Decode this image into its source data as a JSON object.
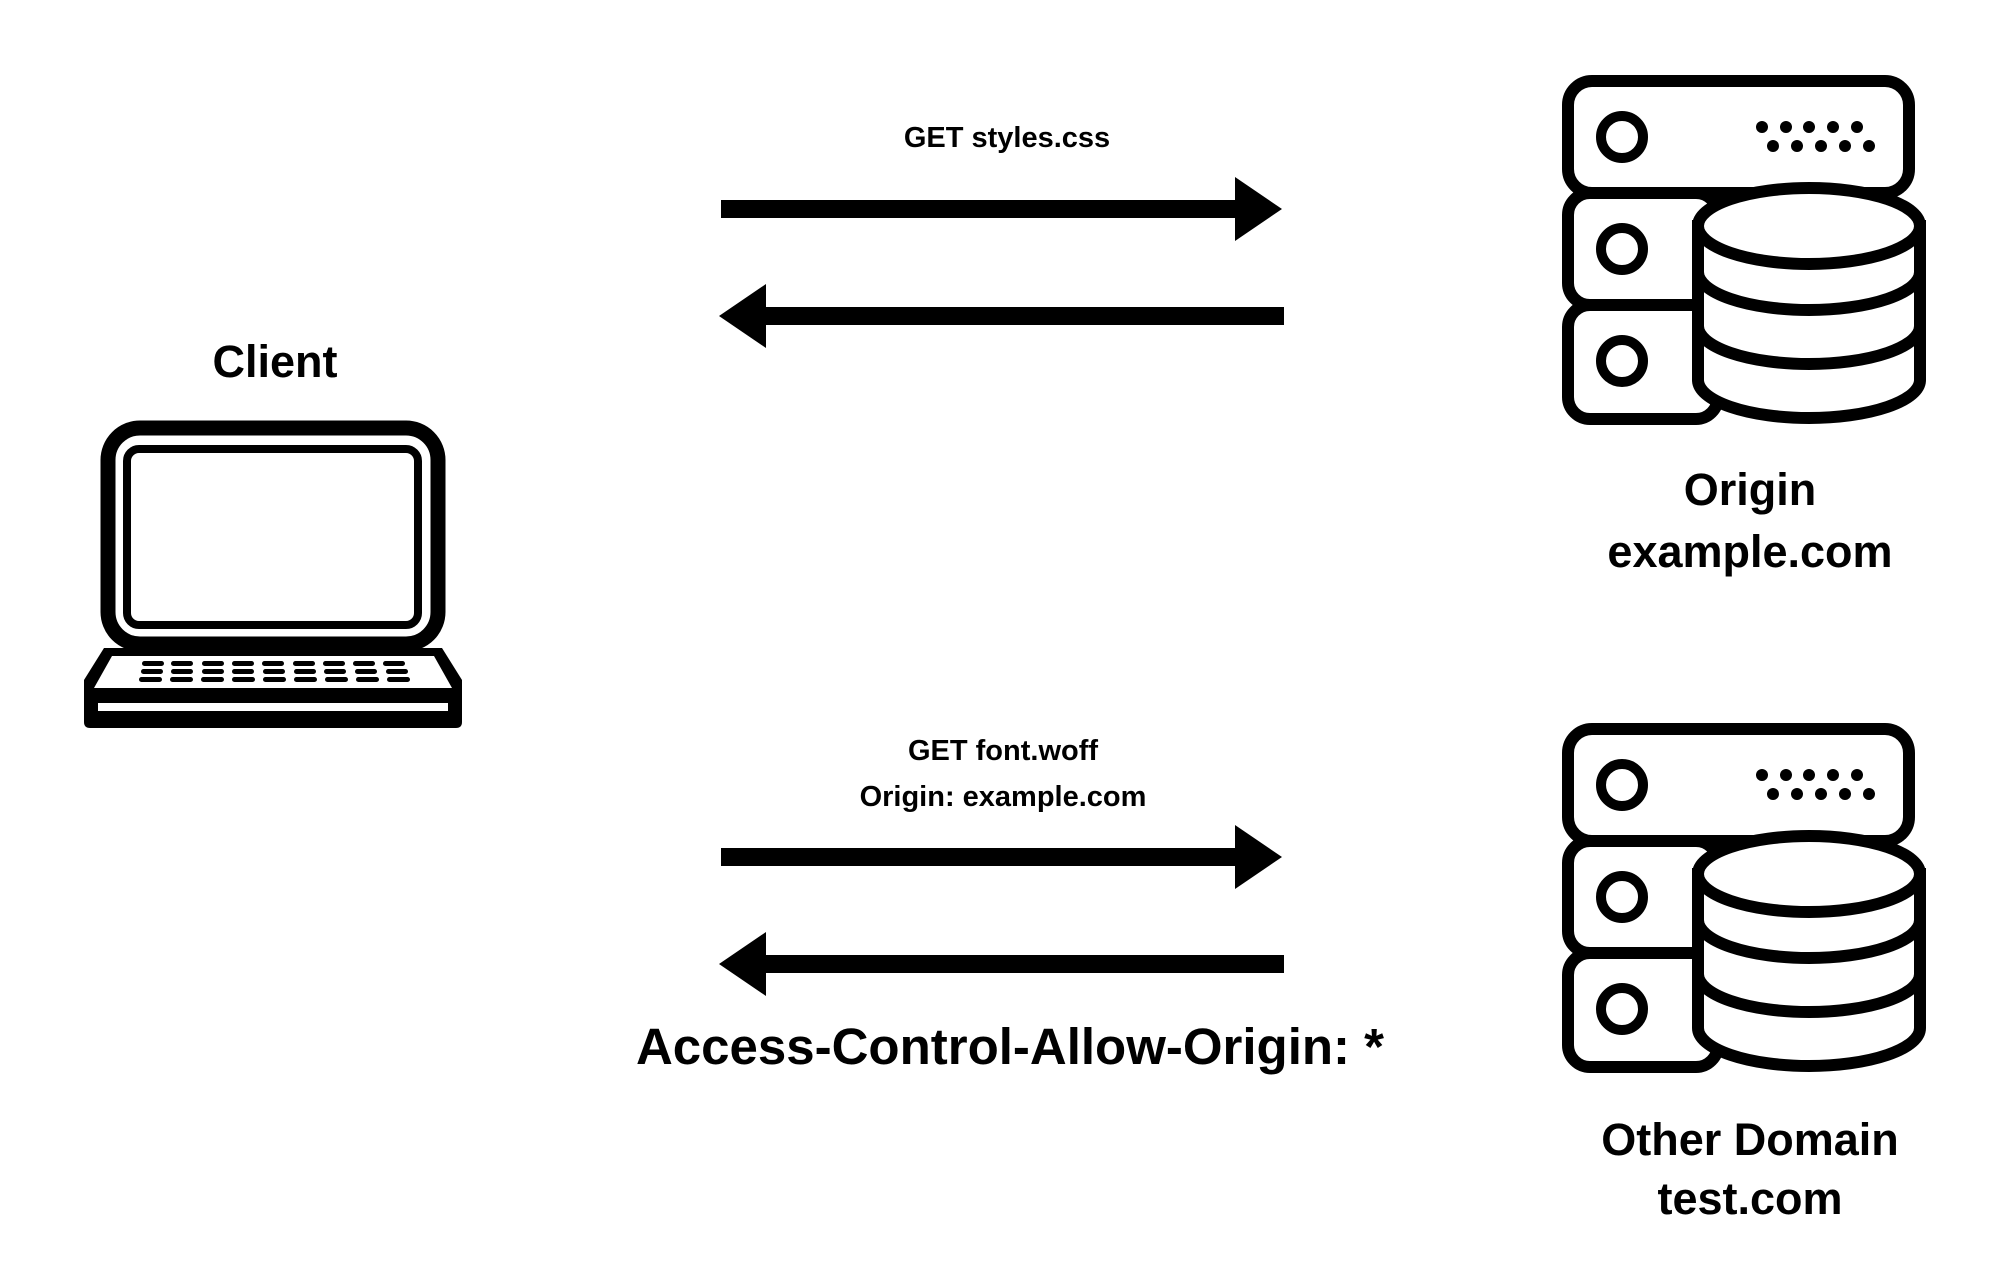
{
  "diagram": {
    "client": {
      "label": "Client"
    },
    "origin_server": {
      "name": "Origin",
      "domain": "example.com"
    },
    "other_server": {
      "name": "Other Domain",
      "domain": "test.com"
    },
    "exchanges": [
      {
        "request_lines": [
          "GET styles.css"
        ],
        "response_header": ""
      },
      {
        "request_lines": [
          "GET font.woff",
          "Origin: example.com"
        ],
        "response_header": "Access-Control-Allow-Origin: *"
      }
    ],
    "colors": {
      "stroke": "#000000",
      "background": "#ffffff",
      "cors_header": "#62d43a"
    }
  }
}
